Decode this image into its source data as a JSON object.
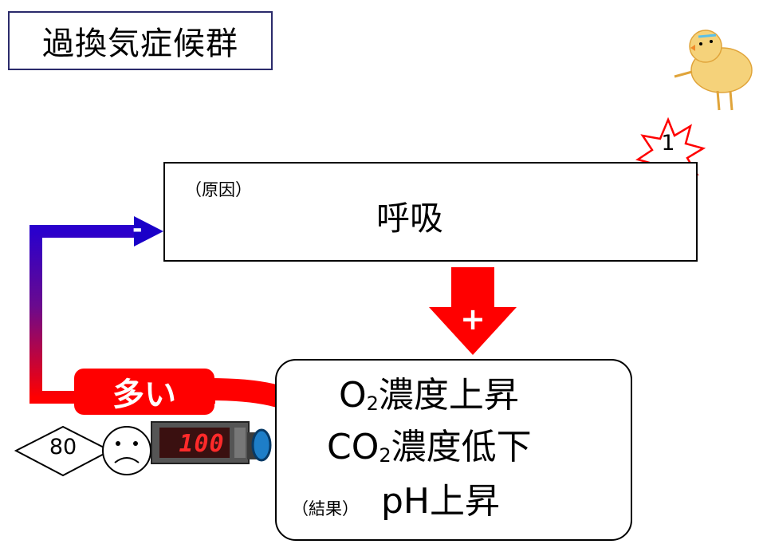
{
  "title": "過換気症候群",
  "cause": {
    "tag": "（原因）",
    "label": "呼吸"
  },
  "results": {
    "line1": {
      "sub_prefix": "O",
      "subscript": "2",
      "text": "濃度上昇"
    },
    "line2": {
      "sub_prefix": "CO",
      "subscript": "2",
      "text": "濃度低下"
    },
    "line3": {
      "tag": "（結果）",
      "text": "pH上昇"
    }
  },
  "feedback": {
    "plus_sign": "+",
    "minus_sign": "-",
    "much_label": "多い"
  },
  "badges": {
    "diamond_number": "80",
    "meter_reading": "100",
    "star_number": "1"
  },
  "icons": [
    "up-arrow-icon",
    "sad-face-icon",
    "meter-device-icon",
    "starburst-icon",
    "chick-illustration"
  ],
  "colors": {
    "red": "#ff0000",
    "blue": "#1a00c8",
    "title_border": "#2b2b6b"
  }
}
